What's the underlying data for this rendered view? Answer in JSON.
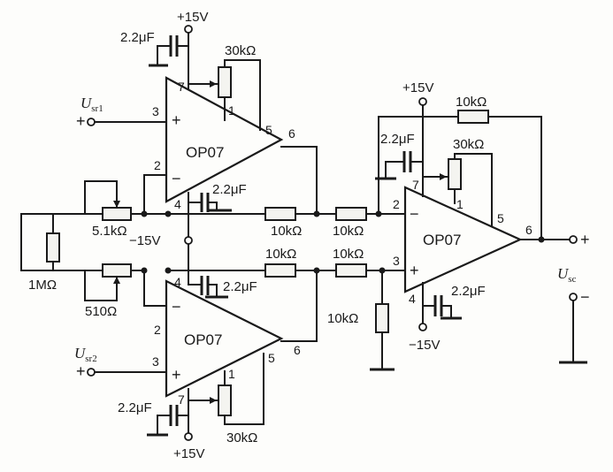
{
  "supply": {
    "pos": "+15V",
    "neg": "−15V"
  },
  "parts": {
    "opamp": "OP07",
    "c": "2.2μF",
    "r_trim": "30kΩ",
    "r_10k": "10kΩ",
    "r_5k1": "5.1kΩ",
    "r_510": "510Ω",
    "r_1m": "1MΩ"
  },
  "pins": {
    "p1": "1",
    "p2": "2",
    "p3": "3",
    "p4": "4",
    "p5": "5",
    "p6": "6",
    "p7": "7"
  },
  "signs": {
    "plus": "+",
    "minus": "−"
  },
  "inputs": {
    "in1": {
      "var": "U",
      "sub": "sr1"
    },
    "in2": {
      "var": "U",
      "sub": "sr2"
    }
  },
  "output": {
    "var": "U",
    "sub": "sc"
  }
}
